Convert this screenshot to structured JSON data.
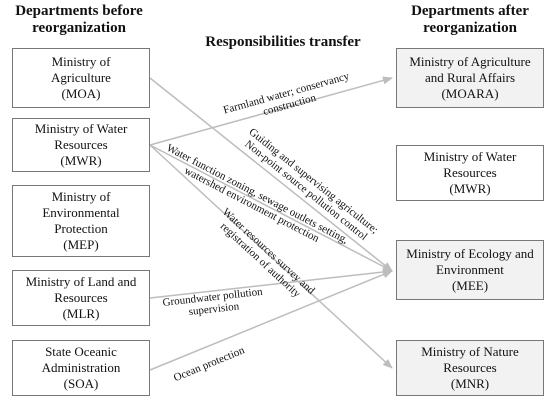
{
  "headings": {
    "before": "Departments before reorganization",
    "transfer": "Responsibilities transfer",
    "after": "Departments after reorganization"
  },
  "before_departments": [
    {
      "lines": [
        "Ministry of",
        "Agriculture",
        "(MOA)"
      ]
    },
    {
      "lines": [
        "Ministry of Water",
        "Resources",
        "(MWR)"
      ]
    },
    {
      "lines": [
        "Ministry of",
        "Environmental",
        "Protection",
        "(MEP)"
      ]
    },
    {
      "lines": [
        "Ministry of Land and",
        "Resources",
        "(MLR)"
      ]
    },
    {
      "lines": [
        "State Oceanic",
        "Administration",
        "(SOA)"
      ]
    }
  ],
  "after_departments": [
    {
      "lines": [
        "Ministry of Agriculture",
        "and Rural Affairs",
        "(MOARA)"
      ]
    },
    {
      "lines": [
        "Ministry of Water",
        "Resources",
        "(MWR)"
      ]
    },
    {
      "lines": [
        "Ministry of Ecology and",
        "Environment",
        "(MEE)"
      ]
    },
    {
      "lines": [
        "Ministry of Nature",
        "Resources",
        "(MNR)"
      ]
    }
  ],
  "transfers": [
    {
      "lines": [
        "Farmland water; conservancy",
        "construction"
      ]
    },
    {
      "lines": [
        "Guiding and supervising agriculture;",
        "Non-point source pollution control"
      ]
    },
    {
      "lines": [
        "Water function zoning, sewage outlets setting,",
        "watershed environment protection"
      ]
    },
    {
      "lines": [
        "Water resources survey and",
        "registration of authority"
      ]
    },
    {
      "lines": [
        "Groundwater pollution",
        "supervision"
      ]
    },
    {
      "lines": [
        "Ocean protection"
      ]
    }
  ],
  "colors": {
    "arrow": "#bdbdbd",
    "box_border": "#777777",
    "after_box_fill": "#f2f2f2"
  }
}
